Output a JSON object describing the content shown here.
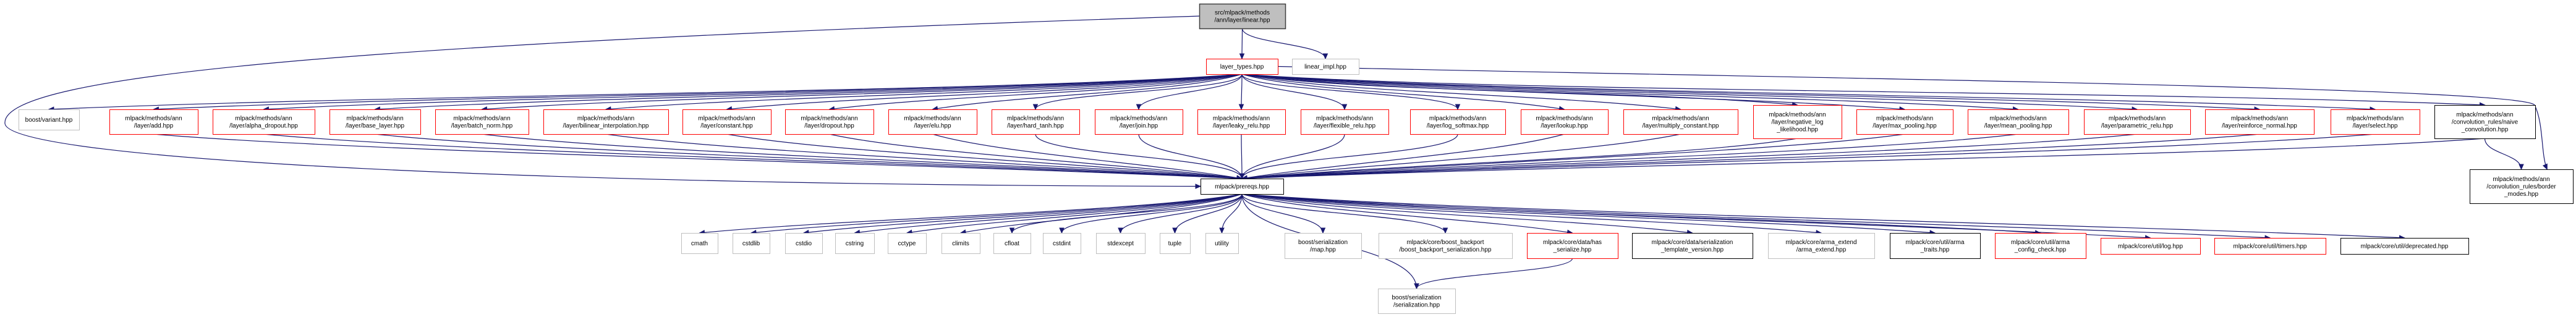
{
  "graph": {
    "edge_color": "#191970",
    "border_colors": {
      "root": "#404040",
      "red": "#ff0000",
      "gray": "#bfbfbf",
      "black": "#000000"
    },
    "root_fill": "#bfbfbf",
    "nodes": [
      {
        "id": "root",
        "kind": "root",
        "lines": [
          "src/mlpack/methods",
          "/ann/layer/linear.hpp"
        ]
      },
      {
        "id": "layer_types",
        "kind": "red",
        "lines": [
          "layer_types.hpp"
        ]
      },
      {
        "id": "linear_impl",
        "kind": "gray",
        "lines": [
          "linear_impl.hpp"
        ]
      },
      {
        "id": "variant",
        "kind": "gray",
        "lines": [
          "boost/variant.hpp"
        ]
      },
      {
        "id": "add",
        "kind": "red",
        "lines": [
          "mlpack/methods/ann",
          "/layer/add.hpp"
        ]
      },
      {
        "id": "alpha_dropout",
        "kind": "red",
        "lines": [
          "mlpack/methods/ann",
          "/layer/alpha_dropout.hpp"
        ]
      },
      {
        "id": "base_layer",
        "kind": "red",
        "lines": [
          "mlpack/methods/ann",
          "/layer/base_layer.hpp"
        ]
      },
      {
        "id": "batch_norm",
        "kind": "red",
        "lines": [
          "mlpack/methods/ann",
          "/layer/batch_norm.hpp"
        ]
      },
      {
        "id": "bilinear",
        "kind": "red",
        "lines": [
          "mlpack/methods/ann",
          "/layer/bilinear_interpolation.hpp"
        ]
      },
      {
        "id": "constant",
        "kind": "red",
        "lines": [
          "mlpack/methods/ann",
          "/layer/constant.hpp"
        ]
      },
      {
        "id": "dropout",
        "kind": "red",
        "lines": [
          "mlpack/methods/ann",
          "/layer/dropout.hpp"
        ]
      },
      {
        "id": "elu",
        "kind": "red",
        "lines": [
          "mlpack/methods/ann",
          "/layer/elu.hpp"
        ]
      },
      {
        "id": "hard_tanh",
        "kind": "red",
        "lines": [
          "mlpack/methods/ann",
          "/layer/hard_tanh.hpp"
        ]
      },
      {
        "id": "join",
        "kind": "red",
        "lines": [
          "mlpack/methods/ann",
          "/layer/join.hpp"
        ]
      },
      {
        "id": "leaky_relu",
        "kind": "red",
        "lines": [
          "mlpack/methods/ann",
          "/layer/leaky_relu.hpp"
        ]
      },
      {
        "id": "flexible_relu",
        "kind": "red",
        "lines": [
          "mlpack/methods/ann",
          "/layer/flexible_relu.hpp"
        ]
      },
      {
        "id": "log_softmax",
        "kind": "red",
        "lines": [
          "mlpack/methods/ann",
          "/layer/log_softmax.hpp"
        ]
      },
      {
        "id": "lookup",
        "kind": "red",
        "lines": [
          "mlpack/methods/ann",
          "/layer/lookup.hpp"
        ]
      },
      {
        "id": "multiply_constant",
        "kind": "red",
        "lines": [
          "mlpack/methods/ann",
          "/layer/multiply_constant.hpp"
        ]
      },
      {
        "id": "negative_log",
        "kind": "red",
        "lines": [
          "mlpack/methods/ann",
          "/layer/negative_log",
          "_likelihood.hpp"
        ]
      },
      {
        "id": "max_pooling",
        "kind": "red",
        "lines": [
          "mlpack/methods/ann",
          "/layer/max_pooling.hpp"
        ]
      },
      {
        "id": "mean_pooling",
        "kind": "red",
        "lines": [
          "mlpack/methods/ann",
          "/layer/mean_pooling.hpp"
        ]
      },
      {
        "id": "parametric_relu",
        "kind": "red",
        "lines": [
          "mlpack/methods/ann",
          "/layer/parametric_relu.hpp"
        ]
      },
      {
        "id": "reinforce_normal",
        "kind": "red",
        "lines": [
          "mlpack/methods/ann",
          "/layer/reinforce_normal.hpp"
        ]
      },
      {
        "id": "select",
        "kind": "red",
        "lines": [
          "mlpack/methods/ann",
          "/layer/select.hpp"
        ]
      },
      {
        "id": "naive_conv",
        "kind": "black",
        "lines": [
          "mlpack/methods/ann",
          "/convolution_rules/naive",
          "_convolution.hpp"
        ]
      },
      {
        "id": "border_modes",
        "kind": "black",
        "lines": [
          "mlpack/methods/ann",
          "/convolution_rules/border",
          "_modes.hpp"
        ]
      },
      {
        "id": "prereqs",
        "kind": "black",
        "lines": [
          "mlpack/prereqs.hpp"
        ]
      },
      {
        "id": "cmath",
        "kind": "gray",
        "lines": [
          "cmath"
        ]
      },
      {
        "id": "cstdlib",
        "kind": "gray",
        "lines": [
          "cstdlib"
        ]
      },
      {
        "id": "cstdio",
        "kind": "gray",
        "lines": [
          "cstdio"
        ]
      },
      {
        "id": "cstring",
        "kind": "gray",
        "lines": [
          "cstring"
        ]
      },
      {
        "id": "cctype",
        "kind": "gray",
        "lines": [
          "cctype"
        ]
      },
      {
        "id": "climits",
        "kind": "gray",
        "lines": [
          "climits"
        ]
      },
      {
        "id": "cfloat",
        "kind": "gray",
        "lines": [
          "cfloat"
        ]
      },
      {
        "id": "cstdint",
        "kind": "gray",
        "lines": [
          "cstdint"
        ]
      },
      {
        "id": "stdexcept",
        "kind": "gray",
        "lines": [
          "stdexcept"
        ]
      },
      {
        "id": "tuple",
        "kind": "gray",
        "lines": [
          "tuple"
        ]
      },
      {
        "id": "utility",
        "kind": "gray",
        "lines": [
          "utility"
        ]
      },
      {
        "id": "ser_map",
        "kind": "gray",
        "lines": [
          "boost/serialization",
          "/map.hpp"
        ]
      },
      {
        "id": "boost_backport",
        "kind": "gray",
        "lines": [
          "mlpack/core/boost_backport",
          "/boost_backport_serialization.hpp"
        ]
      },
      {
        "id": "has_serialize",
        "kind": "red",
        "lines": [
          "mlpack/core/data/has",
          "_serialize.hpp"
        ]
      },
      {
        "id": "template_version",
        "kind": "black",
        "lines": [
          "mlpack/core/data/serialization",
          "_template_version.hpp"
        ]
      },
      {
        "id": "arma_extend",
        "kind": "gray",
        "lines": [
          "mlpack/core/arma_extend",
          "/arma_extend.hpp"
        ]
      },
      {
        "id": "arma_traits",
        "kind": "black",
        "lines": [
          "mlpack/core/util/arma",
          "_traits.hpp"
        ]
      },
      {
        "id": "arma_config_check",
        "kind": "red",
        "lines": [
          "mlpack/core/util/arma",
          "_config_check.hpp"
        ]
      },
      {
        "id": "log",
        "kind": "red",
        "lines": [
          "mlpack/core/util/log.hpp"
        ]
      },
      {
        "id": "timers",
        "kind": "red",
        "lines": [
          "mlpack/core/util/timers.hpp"
        ]
      },
      {
        "id": "deprecated",
        "kind": "black",
        "lines": [
          "mlpack/core/util/deprecated.hpp"
        ]
      },
      {
        "id": "serialization",
        "kind": "gray",
        "lines": [
          "boost/serialization",
          "/serialization.hpp"
        ]
      }
    ],
    "edges": [
      [
        "root",
        "layer_types"
      ],
      [
        "root",
        "linear_impl"
      ],
      [
        "root",
        "prereqs"
      ],
      [
        "layer_types",
        "variant"
      ],
      [
        "layer_types",
        "add"
      ],
      [
        "layer_types",
        "alpha_dropout"
      ],
      [
        "layer_types",
        "base_layer"
      ],
      [
        "layer_types",
        "batch_norm"
      ],
      [
        "layer_types",
        "bilinear"
      ],
      [
        "layer_types",
        "constant"
      ],
      [
        "layer_types",
        "dropout"
      ],
      [
        "layer_types",
        "elu"
      ],
      [
        "layer_types",
        "hard_tanh"
      ],
      [
        "layer_types",
        "join"
      ],
      [
        "layer_types",
        "leaky_relu"
      ],
      [
        "layer_types",
        "flexible_relu"
      ],
      [
        "layer_types",
        "log_softmax"
      ],
      [
        "layer_types",
        "lookup"
      ],
      [
        "layer_types",
        "multiply_constant"
      ],
      [
        "layer_types",
        "negative_log"
      ],
      [
        "layer_types",
        "max_pooling"
      ],
      [
        "layer_types",
        "mean_pooling"
      ],
      [
        "layer_types",
        "parametric_relu"
      ],
      [
        "layer_types",
        "reinforce_normal"
      ],
      [
        "layer_types",
        "select"
      ],
      [
        "layer_types",
        "naive_conv"
      ],
      [
        "layer_types",
        "border_modes"
      ],
      [
        "add",
        "prereqs"
      ],
      [
        "alpha_dropout",
        "prereqs"
      ],
      [
        "base_layer",
        "prereqs"
      ],
      [
        "batch_norm",
        "prereqs"
      ],
      [
        "bilinear",
        "prereqs"
      ],
      [
        "constant",
        "prereqs"
      ],
      [
        "dropout",
        "prereqs"
      ],
      [
        "elu",
        "prereqs"
      ],
      [
        "hard_tanh",
        "prereqs"
      ],
      [
        "join",
        "prereqs"
      ],
      [
        "leaky_relu",
        "prereqs"
      ],
      [
        "flexible_relu",
        "prereqs"
      ],
      [
        "log_softmax",
        "prereqs"
      ],
      [
        "lookup",
        "prereqs"
      ],
      [
        "multiply_constant",
        "prereqs"
      ],
      [
        "negative_log",
        "prereqs"
      ],
      [
        "max_pooling",
        "prereqs"
      ],
      [
        "mean_pooling",
        "prereqs"
      ],
      [
        "parametric_relu",
        "prereqs"
      ],
      [
        "reinforce_normal",
        "prereqs"
      ],
      [
        "select",
        "prereqs"
      ],
      [
        "naive_conv",
        "prereqs"
      ],
      [
        "naive_conv",
        "border_modes"
      ],
      [
        "prereqs",
        "cmath"
      ],
      [
        "prereqs",
        "cstdlib"
      ],
      [
        "prereqs",
        "cstdio"
      ],
      [
        "prereqs",
        "cstring"
      ],
      [
        "prereqs",
        "cctype"
      ],
      [
        "prereqs",
        "climits"
      ],
      [
        "prereqs",
        "cfloat"
      ],
      [
        "prereqs",
        "cstdint"
      ],
      [
        "prereqs",
        "stdexcept"
      ],
      [
        "prereqs",
        "tuple"
      ],
      [
        "prereqs",
        "utility"
      ],
      [
        "prereqs",
        "ser_map"
      ],
      [
        "prereqs",
        "boost_backport"
      ],
      [
        "prereqs",
        "has_serialize"
      ],
      [
        "prereqs",
        "template_version"
      ],
      [
        "prereqs",
        "arma_extend"
      ],
      [
        "prereqs",
        "arma_traits"
      ],
      [
        "prereqs",
        "arma_config_check"
      ],
      [
        "prereqs",
        "log"
      ],
      [
        "prereqs",
        "timers"
      ],
      [
        "prereqs",
        "deprecated"
      ],
      [
        "prereqs",
        "serialization"
      ],
      [
        "has_serialize",
        "serialization"
      ]
    ]
  }
}
